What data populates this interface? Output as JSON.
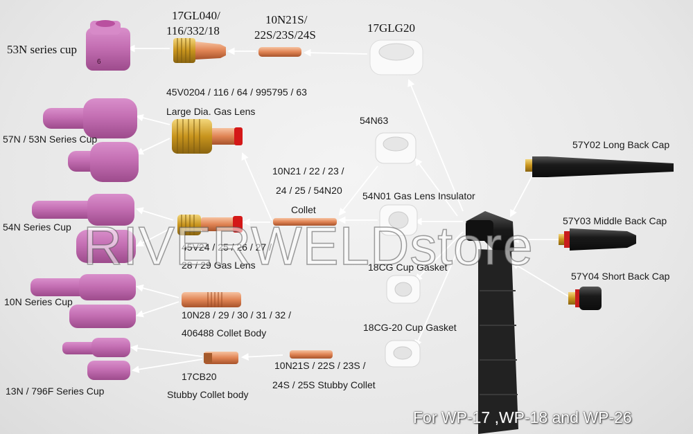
{
  "labels": {
    "cup53n": "53N series cup",
    "gl040_l1": "17GL040/",
    "gl040_l2": "116/332/18",
    "collet_s_l1": "10N21S/",
    "collet_s_l2": "22S/23S/24S",
    "glg20": "17GLG20",
    "gaslens_large_l1": "45V0204 / 116 / 64 / 995795 / 63",
    "gaslens_large_l2": "Large Dia. Gas Lens",
    "cup57n": "57N / 53N Series Cup",
    "n63": "54N63",
    "collet_l1": "10N21 / 22 / 23 /",
    "collet_l2": "24 / 25 / 54N20",
    "collet_l3": "Collet",
    "insulator": "54N01 Gas Lens Insulator",
    "cup54n": "54N Series Cup",
    "gaslens_l1": "45V24 / 25 / 26 / 27 /",
    "gaslens_l2": "28 / 29 Gas Lens",
    "gasket18cg": "18CG Cup Gasket",
    "cup10n": "10N Series Cup",
    "colletbody_l1": "10N28 / 29 / 30 / 31 / 32 /",
    "colletbody_l2": "406488 Collet Body",
    "gasket18cg20": "18CG-20 Cup Gasket",
    "cup13n": "13N / 796F Series Cup",
    "stubbybody_l1": "17CB20",
    "stubbybody_l2": "Stubby Collet body",
    "stubbycollet_l1": "10N21S / 22S / 23S /",
    "stubbycollet_l2": "24S / 25S Stubby Collet",
    "backcap_long": "57Y02 Long Back Cap",
    "backcap_middle": "57Y03 Middle Back Cap",
    "backcap_short": "57Y04 Short Back Cap",
    "cup_number": "6"
  },
  "watermark": "RIVERWELDstore",
  "footer": "For WP-17 ,WP-18 and WP-26",
  "colors": {
    "cup": "#c975b7",
    "brass": "#d9a72a",
    "copper": "#e08a5a",
    "ceramic": "#ffffff",
    "torch": "#1c1c1c",
    "arrow": "#ffffff"
  }
}
